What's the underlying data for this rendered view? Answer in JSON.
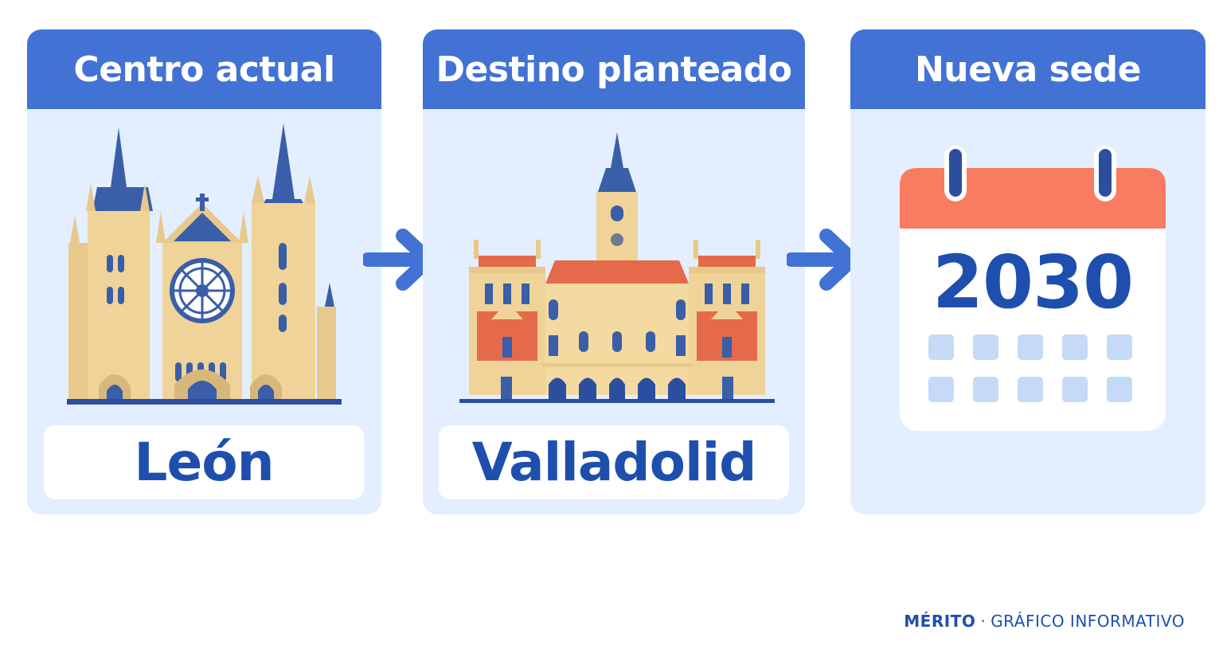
{
  "steps": [
    {
      "header": "Centro actual",
      "label": "León"
    },
    {
      "header": "Destino planteado",
      "label": "Valladolid"
    },
    {
      "header": "Nueva sede",
      "year": "2030"
    }
  ],
  "footer": {
    "brand": "MÉRITO",
    "separator": "·",
    "caption": "GRÁFICO INFORMATIVO"
  },
  "icons": [
    "cathedral-icon",
    "arrow-right-icon",
    "town-hall-icon",
    "arrow-right-icon",
    "calendar-icon"
  ],
  "colors": {
    "header": "#4272d3",
    "card": "#e3efff",
    "accent": "#1e4fae",
    "calendar_top": "#f97b62"
  }
}
